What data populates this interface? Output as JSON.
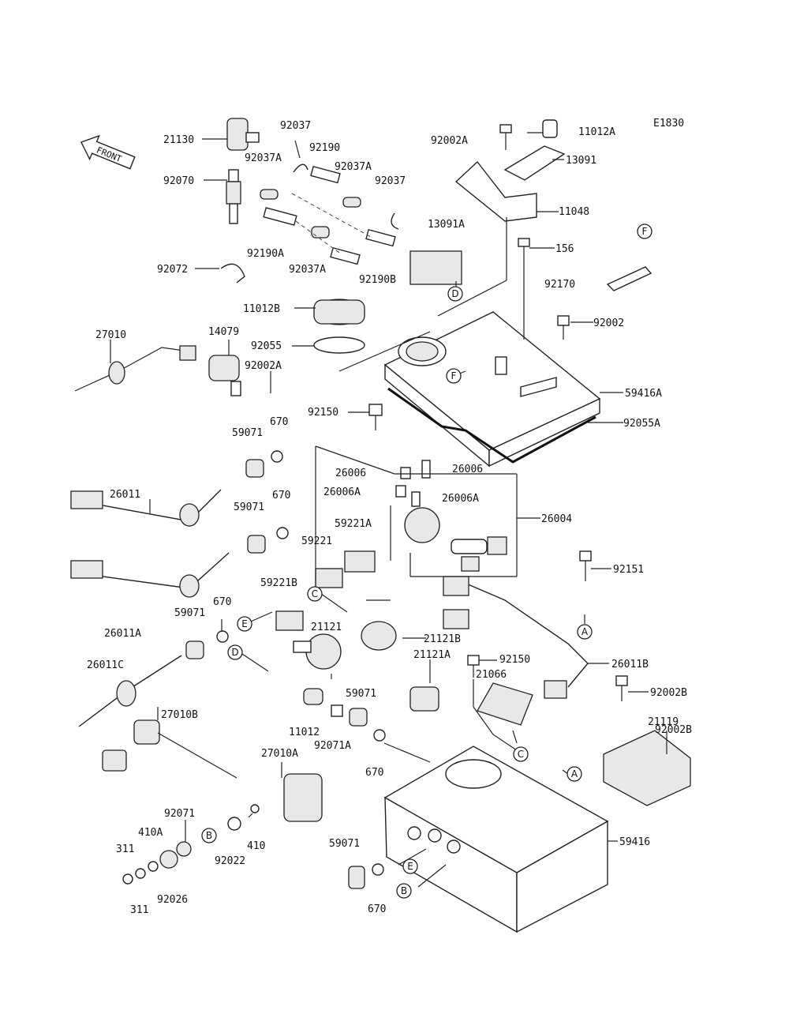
{
  "diagram_code": "E1830",
  "front_arrow_label": "FRONT",
  "part_labels": [
    "21130",
    "92037",
    "92037A",
    "92190",
    "92037A",
    "92037",
    "92070",
    "92190A",
    "92037A",
    "92190B",
    "92072",
    "11012B",
    "92055",
    "27010",
    "14079",
    "92002A",
    "92150",
    "670",
    "59071",
    "26011",
    "670",
    "59071",
    "59221A",
    "59221",
    "59221B",
    "26011A",
    "670",
    "59071",
    "21121",
    "21121B",
    "21121A",
    "26011C",
    "27010B",
    "11012",
    "59071",
    "92071A",
    "670",
    "27010A",
    "92071",
    "410A",
    "311",
    "92022",
    "410",
    "92026",
    "311",
    "59071",
    "670",
    "92002A",
    "11012A",
    "13091",
    "11048",
    "13091A",
    "156",
    "92170",
    "92002",
    "59416A",
    "92055A",
    "26006",
    "26006",
    "26006A",
    "26006A",
    "26004",
    "92151",
    "92002B",
    "92150",
    "21066",
    "26011B",
    "92002B",
    "21119",
    "59416"
  ],
  "reference_markers": [
    "F",
    "D",
    "F",
    "A",
    "C",
    "E",
    "D",
    "C",
    "A",
    "B",
    "E",
    "B"
  ]
}
